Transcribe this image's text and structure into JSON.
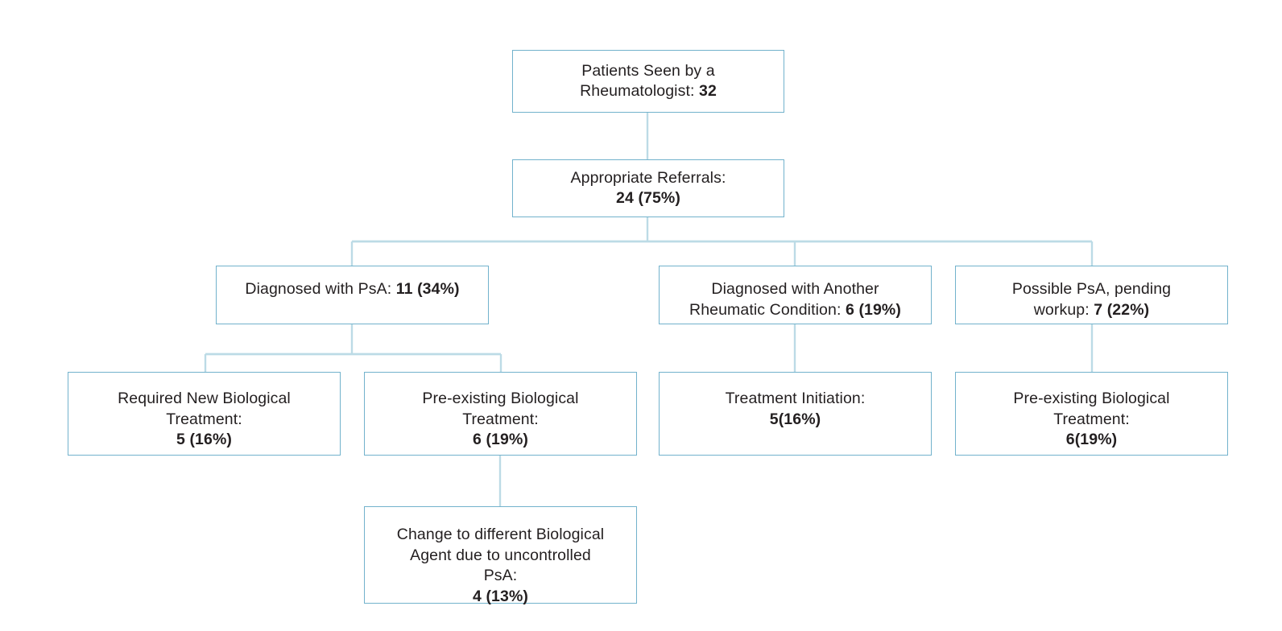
{
  "diagram": {
    "type": "flowchart",
    "title": "Patient referral and treatment pathway",
    "colors": {
      "box_border": "#72b2cc",
      "connector": "#bcdbe6",
      "connector_dark": "#a8cedd",
      "text": "#231f20",
      "background": "#ffffff"
    },
    "nodes": [
      {
        "id": "patients-seen",
        "line1": "Patients Seen by a",
        "line2_prefix": "Rheumatologist: ",
        "line2_value": "32",
        "count": 32,
        "percent": null
      },
      {
        "id": "appropriate-referrals",
        "line1": "Appropriate Referrals:",
        "line2_prefix": "",
        "line2_value": "24 (75%)",
        "count": 24,
        "percent": 75
      },
      {
        "id": "diagnosed-psa",
        "line1_prefix": "Diagnosed with PsA: ",
        "line1_value": "11 (34%)",
        "count": 11,
        "percent": 34
      },
      {
        "id": "diagnosed-another-rheumatic",
        "line1": "Diagnosed with Another",
        "line2_prefix": "Rheumatic Condition: ",
        "line2_value": "6 (19%)",
        "count": 6,
        "percent": 19
      },
      {
        "id": "possible-psa-pending",
        "line1": "Possible PsA, pending",
        "line2_prefix": "workup: ",
        "line2_value": "7 (22%)",
        "count": 7,
        "percent": 22
      },
      {
        "id": "required-new-biological",
        "line1": "Required New Biological",
        "line2": "Treatment:",
        "line3_value": "5 (16%)",
        "count": 5,
        "percent": 16
      },
      {
        "id": "pre-existing-biological-left",
        "line1": "Pre-existing Biological",
        "line2": "Treatment:",
        "line3_value": "6 (19%)",
        "count": 6,
        "percent": 19
      },
      {
        "id": "treatment-initiation",
        "line1": "Treatment Initiation:",
        "line2_value": "5(16%)",
        "count": 5,
        "percent": 16
      },
      {
        "id": "pre-existing-biological-right",
        "line1": "Pre-existing Biological",
        "line2": "Treatment:",
        "line3_value": "6(19%)",
        "count": 6,
        "percent": 19
      },
      {
        "id": "change-biological-agent",
        "line1": "Change to different Biological",
        "line2": "Agent due to uncontrolled",
        "line3": "PsA:",
        "line4_value": "4 (13%)",
        "count": 4,
        "percent": 13
      }
    ]
  }
}
